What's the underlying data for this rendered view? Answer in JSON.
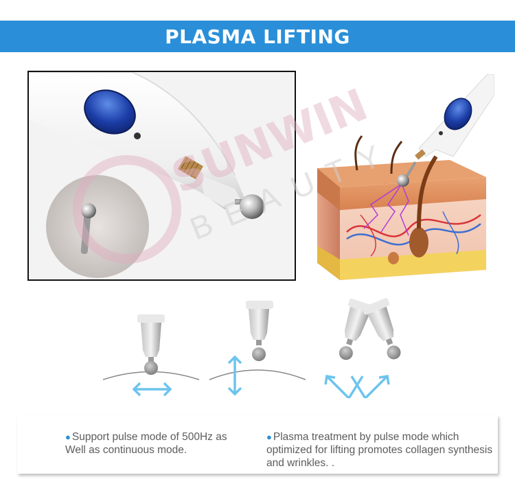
{
  "header": {
    "title": "PLASMA LIFTING"
  },
  "watermark": {
    "brand": "SUNWIN",
    "sub": "BEAUTY"
  },
  "features": [
    {
      "text": "Support pulse mode of 500Hz as Well as continuous mode."
    },
    {
      "text": "Plasma treatment by pulse mode which optimized for lifting promotes collagen synthesis and wrinkles. ."
    }
  ],
  "colors": {
    "accent": "#2a8fd8",
    "arrow": "#6cc4ee",
    "device_button": "#1c3ea8"
  },
  "icons": [
    "bullet-dot-icon",
    "horizontal-arrow-icon",
    "vertical-arrow-icon",
    "v-arrows-icon"
  ]
}
